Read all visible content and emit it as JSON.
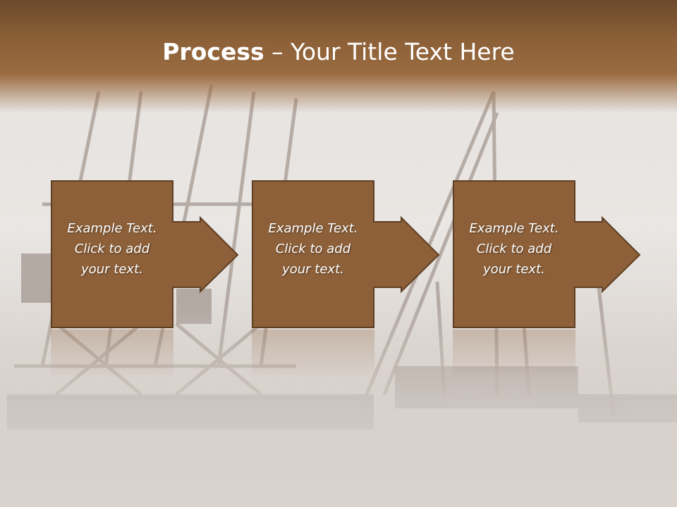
{
  "slide": {
    "title_bold": "Process",
    "title_rest": " – Your Title Text Here",
    "colors": {
      "box_fill": "#8d6039",
      "box_border": "#5e3f24",
      "title_band": "#8c6038",
      "text": "#ffffff"
    },
    "steps": [
      {
        "line1": "Example Text.",
        "line2": "Click  to add",
        "line3": "your text."
      },
      {
        "line1": "Example Text.",
        "line2": "Click  to add",
        "line3": "your text."
      },
      {
        "line1": "Example Text.",
        "line2": "Click  to add",
        "line3": "your text."
      }
    ],
    "background": "harbor-cranes-photo"
  }
}
